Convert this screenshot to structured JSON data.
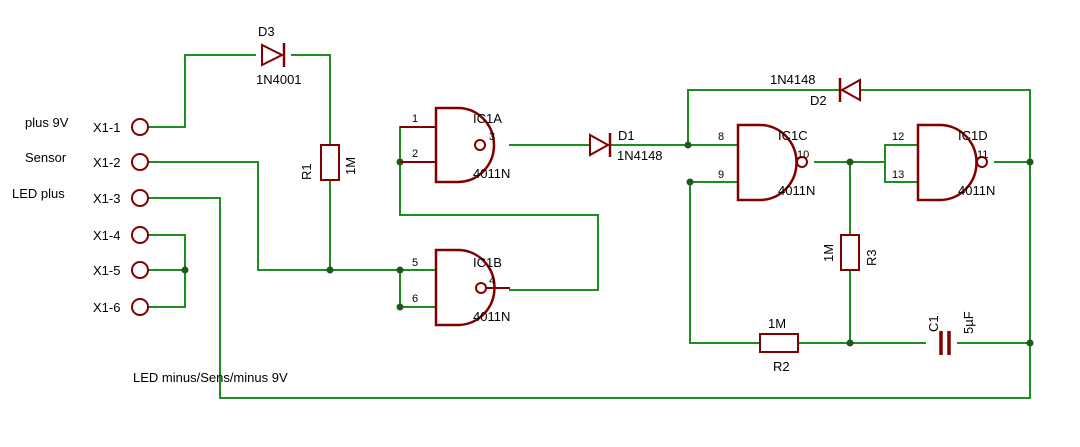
{
  "colors": {
    "wire": "#1e8c1e",
    "component": "#800000",
    "junction": "#1e5a1e",
    "text": "#000000",
    "background": "#ffffff"
  },
  "connector": {
    "pins": [
      {
        "label": "X1-1",
        "signal": "plus 9V"
      },
      {
        "label": "X1-2",
        "signal": "Sensor"
      },
      {
        "label": "X1-3",
        "signal": "LED plus"
      },
      {
        "label": "X1-4",
        "signal": ""
      },
      {
        "label": "X1-5",
        "signal": ""
      },
      {
        "label": "X1-6",
        "signal": ""
      }
    ],
    "ground_label": "LED minus/Sens/minus 9V"
  },
  "diodes": {
    "d3": {
      "name": "D3",
      "value": "1N4001"
    },
    "d1": {
      "name": "D1",
      "value": "1N4148"
    },
    "d2": {
      "name": "D2",
      "value": "1N4148"
    }
  },
  "resistors": {
    "r1": {
      "name": "R1",
      "value": "1M"
    },
    "r2": {
      "name": "R2",
      "value": "1M"
    },
    "r3": {
      "name": "R3",
      "value": "1M"
    }
  },
  "capacitors": {
    "c1": {
      "name": "C1",
      "value": "5µF"
    }
  },
  "gates": {
    "ic1a": {
      "name": "IC1A",
      "part": "4011N",
      "in1": "1",
      "in2": "2",
      "out": "3"
    },
    "ic1b": {
      "name": "IC1B",
      "part": "4011N",
      "in1": "5",
      "in2": "6",
      "out": "4"
    },
    "ic1c": {
      "name": "IC1C",
      "part": "4011N",
      "in1": "8",
      "in2": "9",
      "out": "10"
    },
    "ic1d": {
      "name": "IC1D",
      "part": "4011N",
      "in1": "12",
      "in2": "13",
      "out": "11"
    }
  }
}
